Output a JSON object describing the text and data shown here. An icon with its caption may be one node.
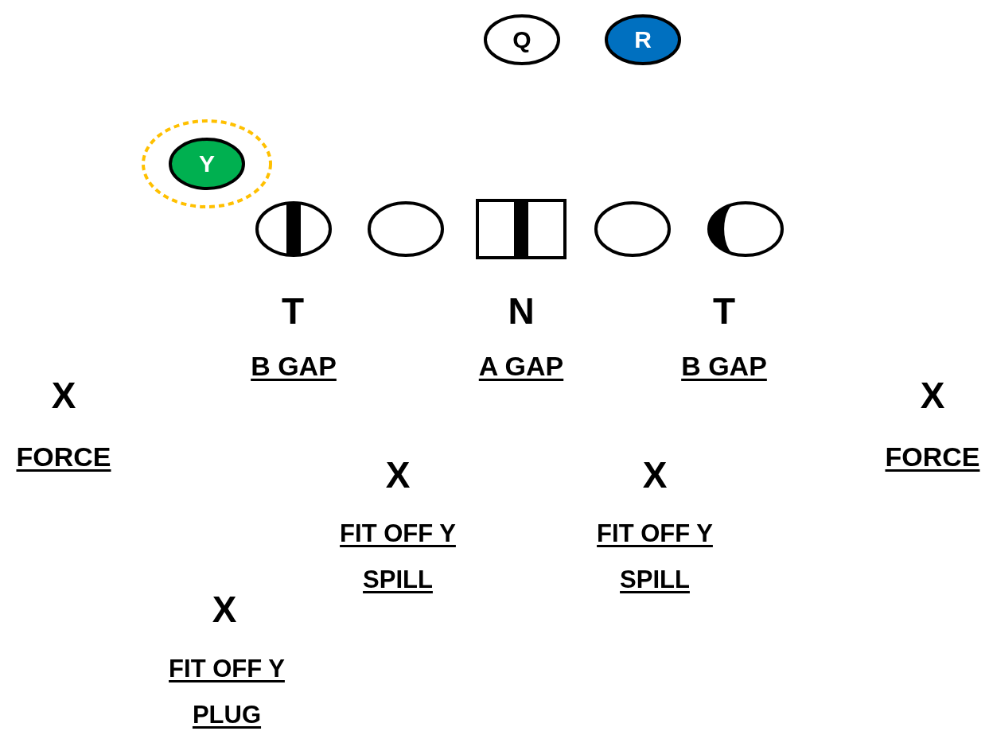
{
  "diagram": {
    "nodes": [
      {
        "text": [
          "Q"
        ]
      },
      {
        "text": [
          "R"
        ]
      },
      {
        "text": [],
        "shape": "circle"
      },
      {
        "text": [
          "Y"
        ],
        "in": 2
      },
      {
        "text": [],
        "shape": "circle"
      },
      {
        "text": [],
        "shape": "circle"
      },
      {
        "text": [],
        "shape": "box"
      },
      {
        "text": [],
        "shape": "circle"
      },
      {
        "text": [],
        "shape": "circle"
      }
    ],
    "labels": [
      "T",
      "N",
      "T",
      "B GAP",
      "A GAP",
      "B GAP",
      "X",
      "X",
      "FORCE",
      "FORCE",
      "X",
      "X",
      "FIT OFF Y SPILL",
      "FIT OFF Y SPILL",
      "X",
      "FIT OFF Y PLUG"
    ]
  }
}
